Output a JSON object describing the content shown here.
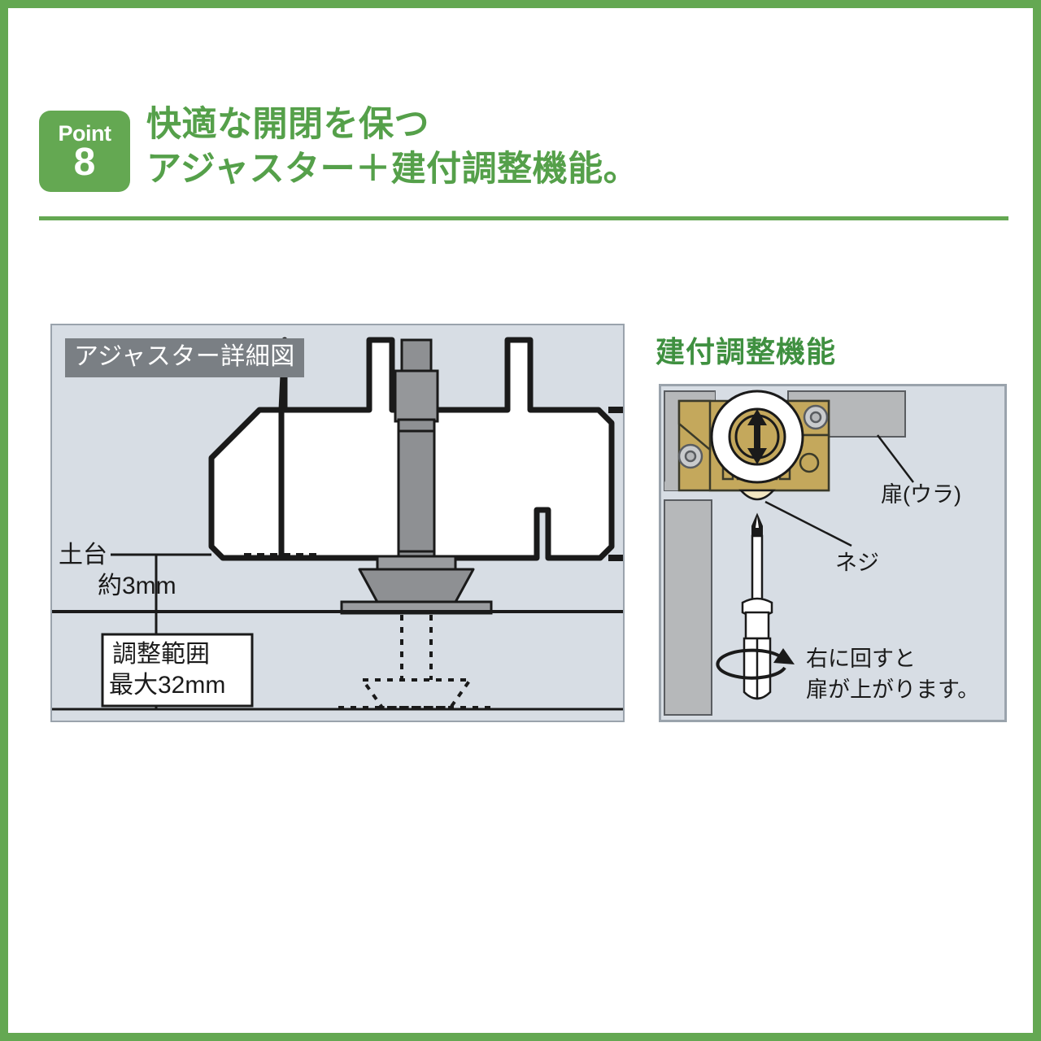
{
  "theme": {
    "brand_green": "#64a852",
    "title_green": "#55a04a",
    "heading_green": "#3f9040",
    "panel_bg": "#d7dde4",
    "panel_border": "#9aa3ac",
    "caption_bg": "#7a7f84",
    "metal_gray": "#8e9093",
    "bracket_gold": "#c4a85c",
    "door_gray": "#b6b8ba",
    "line_black": "#1a1a1a"
  },
  "header": {
    "badge": {
      "word": "Point",
      "number": "8"
    },
    "title_line1": "快適な開閉を保つ",
    "title_line2": "アジャスター＋建付調整機能。"
  },
  "left_panel": {
    "caption": "アジャスター詳細図",
    "labels": {
      "base": "土台",
      "gap": "約3mm",
      "range_line1": "調整範囲",
      "range_line2": "最大32mm"
    }
  },
  "right_panel": {
    "heading": "建付調整機能",
    "labels": {
      "door": "扉(ウラ)",
      "screw": "ネジ",
      "instruction_line1": "右に回すと",
      "instruction_line2": "扉が上がります。"
    }
  },
  "icons": {
    "updown_arrow": "updown-arrow-icon",
    "rotation_arrow": "rotation-arrow-icon",
    "screwdriver": "screwdriver-icon",
    "adjuster": "adjuster-icon",
    "hinge": "hinge-icon"
  }
}
